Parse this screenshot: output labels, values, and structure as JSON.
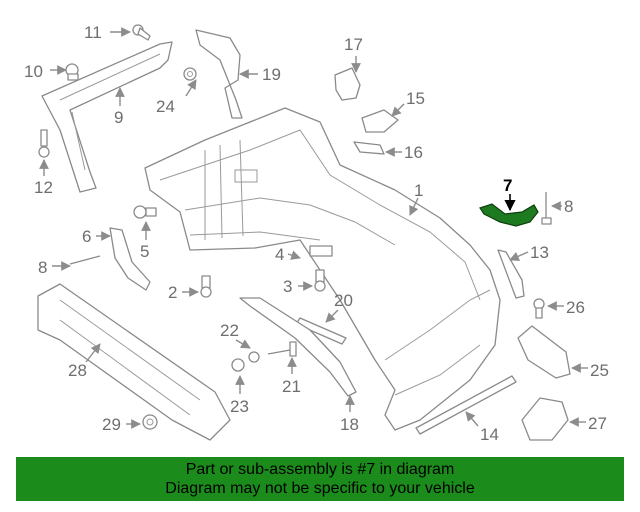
{
  "diagram": {
    "highlighted_part": "7",
    "callouts": {
      "c1": "1",
      "c2": "2",
      "c3": "3",
      "c4": "4",
      "c5": "5",
      "c6": "6",
      "c7": "7",
      "c8a": "8",
      "c8b": "8",
      "c10": "10",
      "c11": "11",
      "c12": "12",
      "c13": "13",
      "c14": "14",
      "c15": "15",
      "c16": "16",
      "c17": "17",
      "c18": "18",
      "c19": "19",
      "c20": "20",
      "c21": "21",
      "c22": "22",
      "c23": "23",
      "c24": "24",
      "c25": "25",
      "c26": "26",
      "c27": "27",
      "c28": "28",
      "c29": "29",
      "c9": "9"
    },
    "colors": {
      "highlight": "#1e7a1e",
      "banner": "#1b8b1b",
      "line": "#8c8c8c"
    }
  },
  "banner": {
    "line1": "Part or sub-assembly is #7 in diagram",
    "line2": "Diagram may not be specific to your vehicle"
  }
}
